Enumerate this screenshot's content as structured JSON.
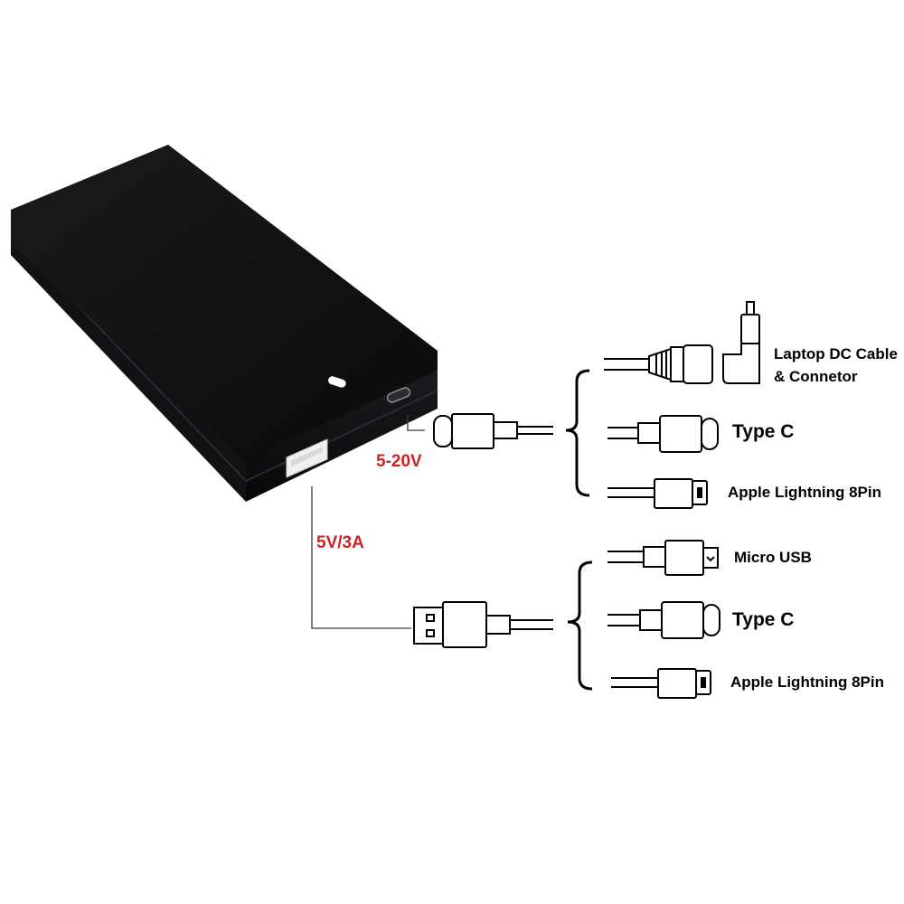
{
  "labels": {
    "out_dc": "5-20V",
    "out_usb": "5V/3A",
    "laptop_line1": "Laptop DC Cable",
    "laptop_line2": "& Connetor",
    "type_c_top": "Type C",
    "lightning_top": "Apple Lightning 8Pin",
    "micro_usb": "Micro USB",
    "type_c_bottom": "Type C",
    "lightning_bottom": "Apple Lightning 8Pin"
  },
  "colors": {
    "voltage_text": "#d42020",
    "device_body": "#121010",
    "line": "#3a3a3a",
    "led": "#ffffff"
  },
  "icons": {
    "device": "power-bank-icon",
    "dc_tip": "laptop-dc-tip-icon",
    "type_c": "usb-type-c-plug-icon",
    "lightning": "lightning-plug-icon",
    "micro_usb": "micro-usb-plug-icon",
    "usb_a": "usb-a-plug-icon"
  }
}
